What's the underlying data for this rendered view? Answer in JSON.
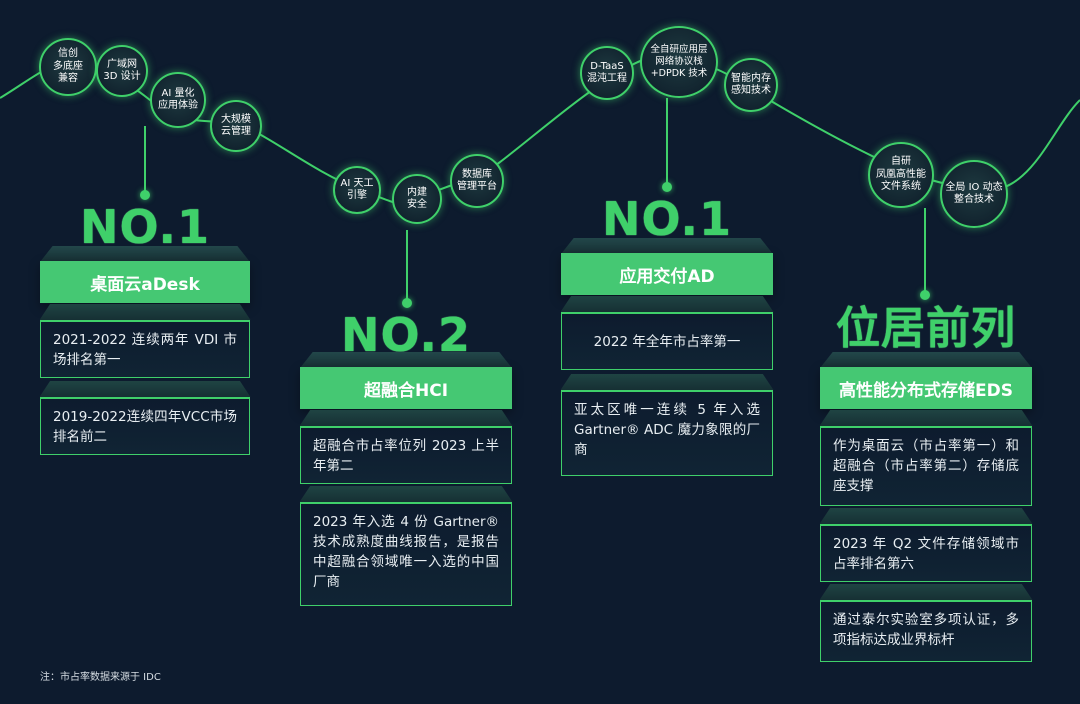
{
  "nodes": [
    {
      "id": "n1",
      "lines": [
        "信创",
        "多底座",
        "兼容"
      ]
    },
    {
      "id": "n2",
      "lines": [
        "广域网",
        "3D 设计"
      ]
    },
    {
      "id": "n3",
      "lines": [
        "AI 量化",
        "应用体验"
      ]
    },
    {
      "id": "n4",
      "lines": [
        "大规模",
        "云管理"
      ]
    },
    {
      "id": "n5",
      "lines": [
        "AI 天工",
        "引擎"
      ]
    },
    {
      "id": "n6",
      "lines": [
        "内建",
        "安全"
      ]
    },
    {
      "id": "n7",
      "lines": [
        "数据库",
        "管理平台"
      ]
    },
    {
      "id": "n8",
      "lines": [
        "D-TaaS",
        "混沌工程"
      ]
    },
    {
      "id": "n9",
      "lines": [
        "全自研应用层",
        "网络协议栈",
        "+DPDK 技术"
      ]
    },
    {
      "id": "n10",
      "lines": [
        "智能内存",
        "感知技术"
      ]
    },
    {
      "id": "n11",
      "lines": [
        "自研",
        "凤凰高性能",
        "文件系统"
      ]
    },
    {
      "id": "n12",
      "lines": [
        "全局 IO 动态",
        "整合技术"
      ]
    }
  ],
  "columns": [
    {
      "rank": "NO.1",
      "product": "桌面云aDesk",
      "cards": [
        "2021-2022 连续两年 VDI 市场排名第一",
        "2019-2022连续四年VCC市场排名前二"
      ]
    },
    {
      "rank": "NO.2",
      "product": "超融合HCI",
      "cards": [
        "超融合市占率位列 2023 上半年第二",
        "2023 年入选 4 份 Gartner® 技术成熟度曲线报告，是报告中超融合领域唯一入选的中国厂商"
      ]
    },
    {
      "rank": "NO.1",
      "product": "应用交付AD",
      "cards": [
        "2022 年全年市占率第一",
        "亚太区唯一连续 5 年入选 Gartner® ADC 魔力象限的厂商"
      ]
    },
    {
      "rank": "位居前列",
      "product": "高性能分布式存储EDS",
      "cards": [
        "作为桌面云（市占率第一）和超融合（市占率第二）存储底座支撑",
        "2023 年 Q2 文件存储领域市占率排名第六",
        "通过泰尔实验室多项认证，多项指标达成业界标杆"
      ]
    }
  ],
  "footnote": "注：市占率数据来源于 IDC",
  "colors": {
    "background": "#0d1b2e",
    "accent": "#3fd06a",
    "plate": "#45c873"
  }
}
